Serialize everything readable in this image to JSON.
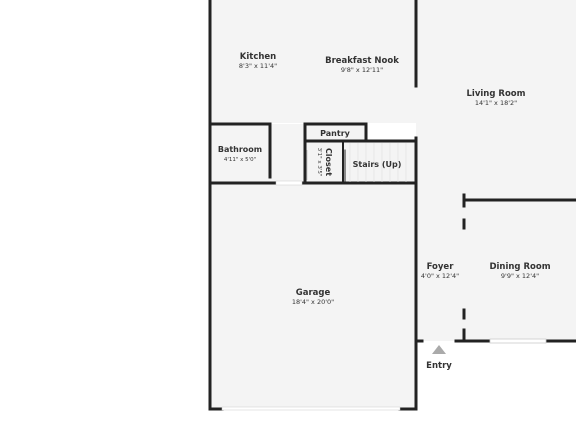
{
  "rooms": {
    "kitchen": {
      "name": "Kitchen",
      "dims": "8'3\" x 11'4\""
    },
    "breakfast_nook": {
      "name": "Breakfast Nook",
      "dims": "9'8\" x 12'11\""
    },
    "living_room": {
      "name": "Living Room",
      "dims": "14'1\" x 18'2\""
    },
    "pantry": {
      "name": "Pantry"
    },
    "bathroom": {
      "name": "Bathroom",
      "dims": "4'11\" x 5'0\""
    },
    "closet": {
      "name": "Closet",
      "dims": "3'1\" x 3'5\""
    },
    "stairs": {
      "name": "Stairs (Up)"
    },
    "garage": {
      "name": "Garage",
      "dims": "18'4\" x 20'0\""
    },
    "foyer": {
      "name": "Foyer",
      "dims": "4'0\" x 12'4\""
    },
    "dining_room": {
      "name": "Dining Room",
      "dims": "9'9\" x 12'4\""
    }
  },
  "entry": {
    "label": "Entry"
  },
  "colors": {
    "wall": "#222222",
    "floor": "#f4f4f4",
    "background": "#ffffff",
    "text": "#333333",
    "window": "#cccccc"
  }
}
